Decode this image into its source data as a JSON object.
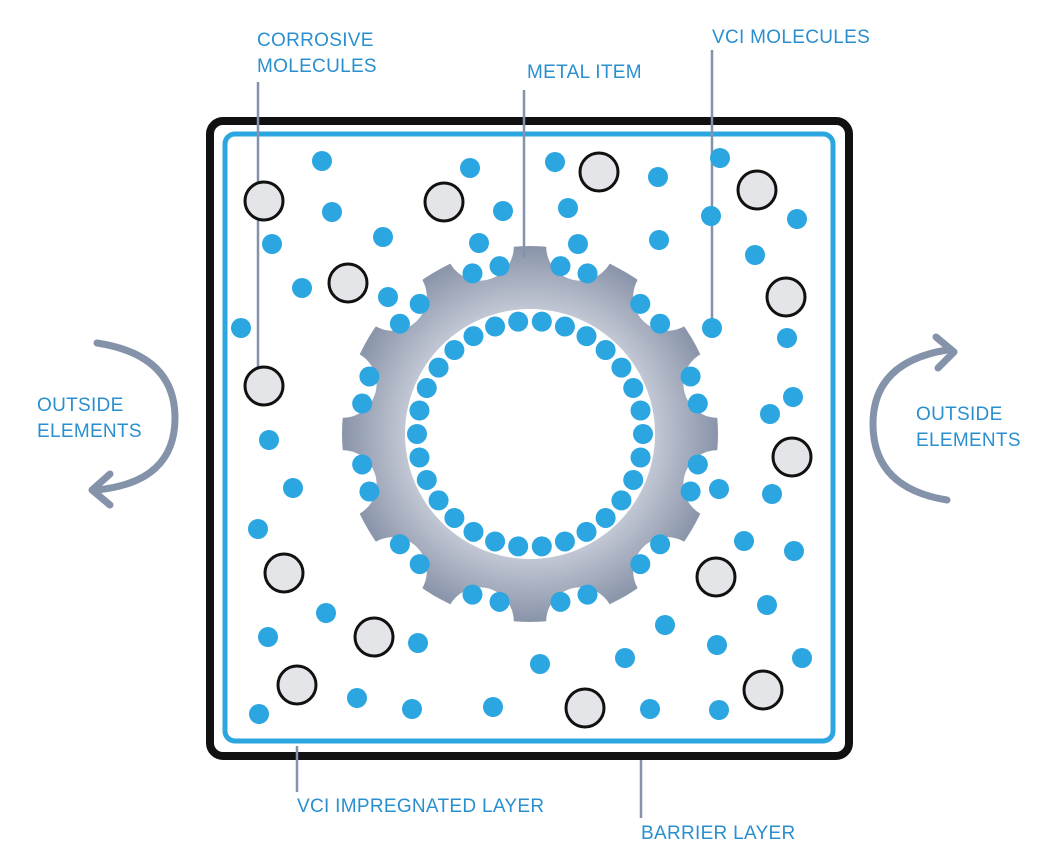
{
  "diagram": {
    "labels": {
      "corrosive_line1": "CORROSIVE",
      "corrosive_line2": "MOLECULES",
      "metal_item": "METAL ITEM",
      "vci_molecules": "VCI MOLECULES",
      "outside_left_line1": "OUTSIDE",
      "outside_left_line2": "ELEMENTS",
      "outside_right_line1": "OUTSIDE",
      "outside_right_line2": "ELEMENTS",
      "vci_impregnated_layer": "VCI IMPREGNATED LAYER",
      "barrier_layer": "BARRIER LAYER"
    },
    "colors": {
      "label_text": "#2a8fce",
      "vci_dot": "#2ba6e0",
      "inner_layer": "#2ba6e0",
      "barrier": "#111111",
      "corrosive_fill": "#e4e5e8",
      "corrosive_stroke": "#111111",
      "gear_light": "#d6dae3",
      "gear_dark": "#8c96ab",
      "leader_line": "#8593aa",
      "arrow": "#8593aa"
    }
  }
}
